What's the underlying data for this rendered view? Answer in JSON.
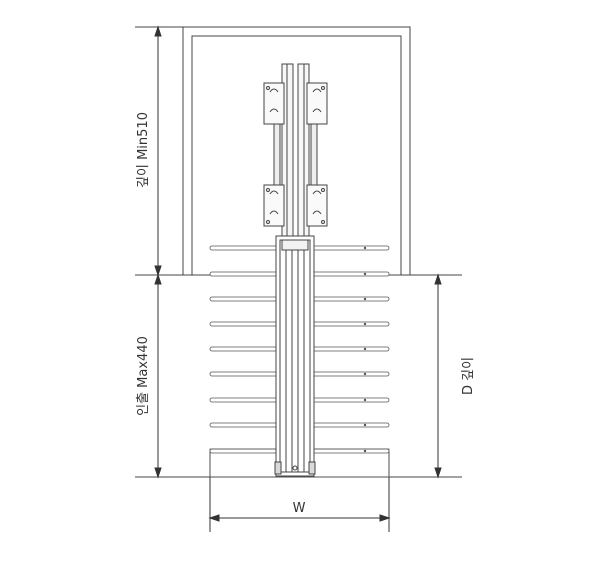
{
  "labels": {
    "depth_min": "깊이 Min510",
    "pull_max": "인출 Max440",
    "depth_d": "D 깊이",
    "width_w": "W"
  },
  "colors": {
    "line": "#333333",
    "fill_light": "#f2f2f2",
    "fill_mid": "#d9d9d9"
  }
}
